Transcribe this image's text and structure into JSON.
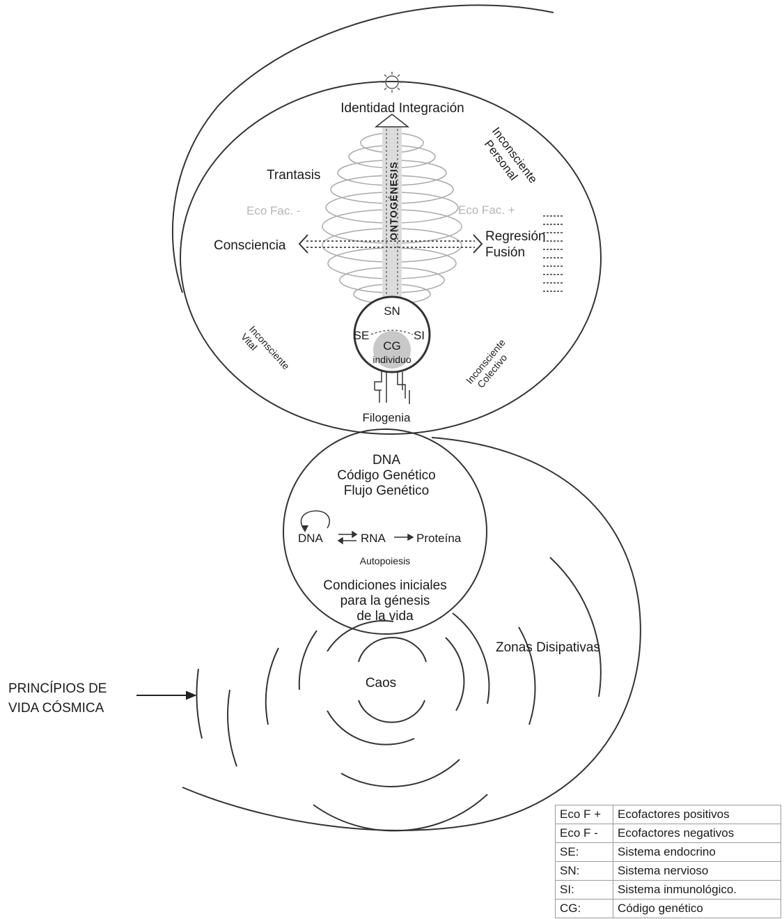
{
  "diagram": {
    "top_circle": {
      "identity_label": "Identidad Integración",
      "ontogenesis_label": "ONTOGÉNESIS",
      "trantasis_label": "Trantasis",
      "eco_neg_label": "Eco Fac. -",
      "eco_pos_label": "Eco Fac. +",
      "consciencia_label": "Consciencia",
      "regresion_label": "Regresión",
      "fusion_label": "Fusión",
      "personal_line1": "Inconsciente",
      "personal_line2": "Personal",
      "vital_line1": "Inconsciente",
      "vital_line2": "Vital",
      "colectivo_line1": "Inconsciente",
      "colectivo_line2": "Colectivo",
      "filogenia_label": "Filogenia",
      "inner": {
        "sn": "SN",
        "se": "SE",
        "si": "SI",
        "cg": "CG",
        "individuo": "individuo"
      }
    },
    "middle_circle": {
      "line1": "DNA",
      "line2": "Código Genético",
      "line3": "Flujo Genético",
      "flow_dna": "DNA",
      "flow_rna": "RNA",
      "flow_protein": "Proteína",
      "autopoiesis": "Autopoiesis",
      "cond_line1": "Condiciones iniciales",
      "cond_line2": "para la génesis",
      "cond_line3": "de la vida"
    },
    "caos_label": "Caos",
    "zonas_label": "Zonas Disipativas",
    "principles_line1": "PRINCÍPIOS DE",
    "principles_line2": "VIDA CÓSMICA"
  },
  "legend": [
    {
      "abbr": "Eco F +",
      "desc": "Ecofactores positivos"
    },
    {
      "abbr": "Eco F -",
      "desc": "Ecofactores negativos"
    },
    {
      "abbr": "SE:",
      "desc": "Sistema endocrino"
    },
    {
      "abbr": "SN:",
      "desc": "Sistema nervioso"
    },
    {
      "abbr": "SI:",
      "desc": "Sistema inmunológico."
    },
    {
      "abbr": "CG:",
      "desc": "Código genético"
    }
  ]
}
